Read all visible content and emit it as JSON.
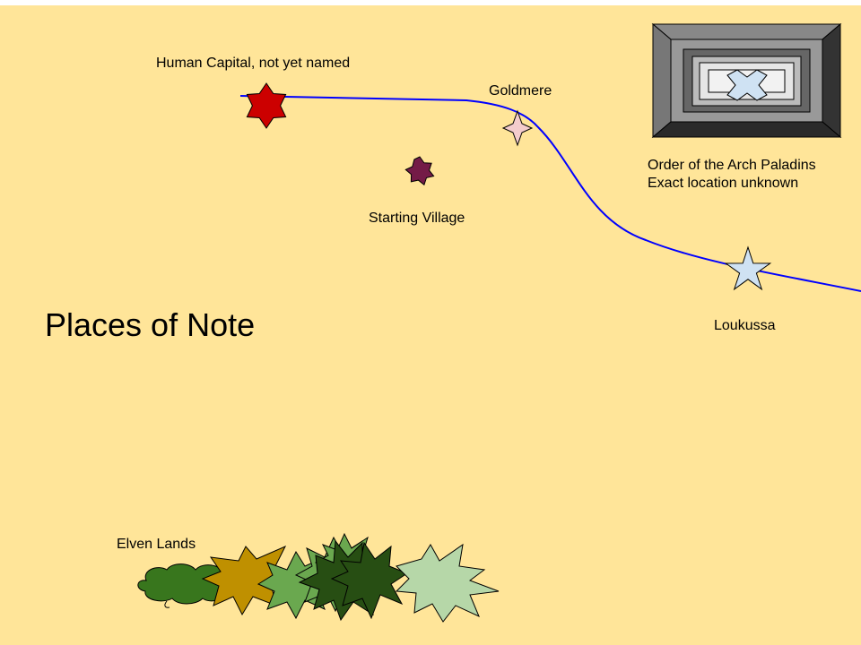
{
  "map": {
    "title": "Places of Note",
    "background_color": "#ffe599",
    "road_color": "#0000ff",
    "places": [
      {
        "label": "Human Capital, not yet named",
        "icon": "six-point-star-icon",
        "color": "#cc0000"
      },
      {
        "label": "Goldmere",
        "icon": "four-point-star-icon",
        "color": "#f4cccc"
      },
      {
        "label": "Starting Village",
        "icon": "seven-point-star-icon",
        "color": "#741b47"
      },
      {
        "label": "Loukussa",
        "icon": "five-point-star-icon",
        "color": "#cfe2f3"
      },
      {
        "label": "Elven Lands",
        "icon": "forest-icon",
        "colors": [
          "#38761d",
          "#bf9000",
          "#6aa84f",
          "#274e13",
          "#b6d7a8"
        ]
      }
    ],
    "order": {
      "line1": "Order of the Arch Paladins",
      "line2": "Exact location unknown",
      "icon": "bevel-x-icon"
    }
  }
}
